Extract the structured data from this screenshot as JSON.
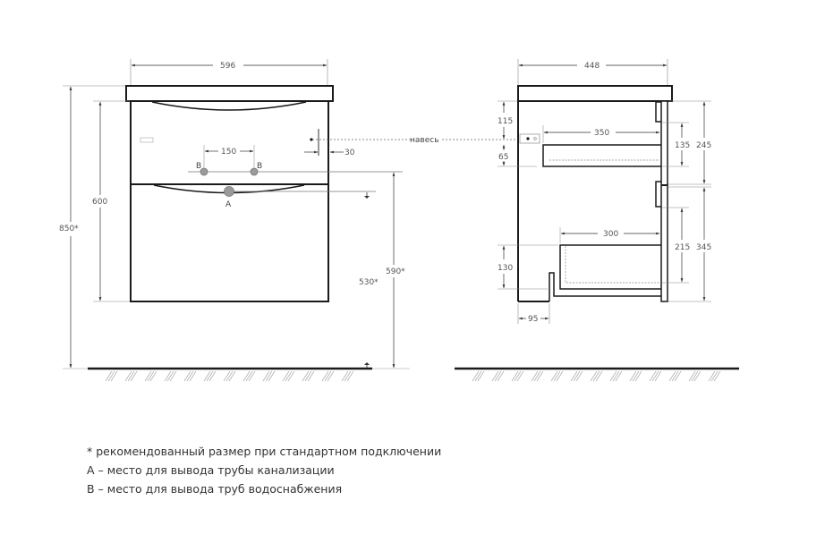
{
  "front_view": {
    "width_label": "596",
    "total_height_label": "850*",
    "cabinet_height_label": "600",
    "outlet_a_height_label": "530*",
    "outlet_b_height_label": "590*",
    "supply_spacing_label": "150",
    "hinge_offset_label": "30",
    "supply_marker_left": "B",
    "supply_marker_right": "B",
    "drain_marker": "A",
    "hanger_label": "навесь"
  },
  "side_view": {
    "depth_label": "448",
    "hanger_top_offset_label": "115",
    "hanger_gap_label": "65",
    "upper_drawer_depth_label": "350",
    "upper_drawer_height_label": "135",
    "upper_section_label": "245",
    "lower_drawer_depth_label": "300",
    "lower_drawer_height_label": "215",
    "lower_section_label": "345",
    "lower_drawer_bottom_label": "130",
    "plinth_offset_label": "95"
  },
  "notes": [
    "* рекомендованный размер при стандартном подключении",
    "А – место для вывода трубы канализации",
    "В – место для вывода труб водоснабжения"
  ],
  "colors": {
    "outline": "#1a1a1a",
    "dimension": "#555555",
    "pipe_marker": "#9a9a9a"
  }
}
